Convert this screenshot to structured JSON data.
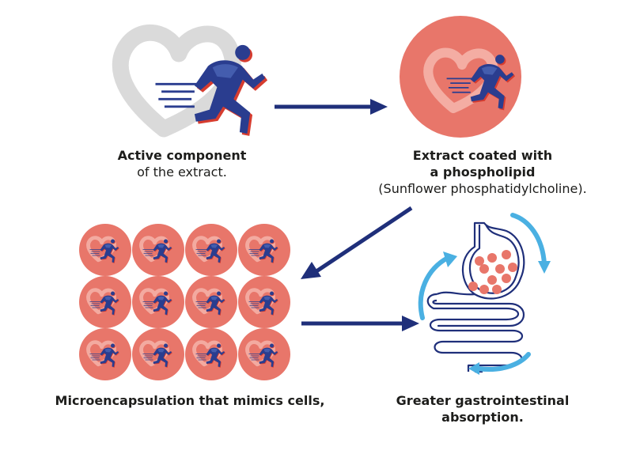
{
  "steps": {
    "active": {
      "bold": "Active component",
      "normal": "of the extract."
    },
    "coated": {
      "bold1": "Extract coated with",
      "bold2": "a phospholipid",
      "normal": "(Sunflower phosphatidylcholine)."
    },
    "micro": {
      "bold": "Microencapsulation that mimics cells,"
    },
    "greater": {
      "bold1": "Greater gastrointestinal",
      "bold2": "absorption."
    }
  },
  "capsule_grid": {
    "rows": 3,
    "cols": 4
  },
  "colors": {
    "capsule": "#e8766a",
    "capsule_heart": "#f4b0a6",
    "heart_grey": "#d6d6d6",
    "runner_blue": "#2a3d8f",
    "runner_red": "#d63c2f",
    "arrow_navy": "#1f2f7a",
    "arrow_cyan": "#4ab0e2",
    "stomach_particle": "#e8766a"
  },
  "icons": [
    "heart-icon",
    "runner-icon",
    "capsule-icon",
    "arrow-icon",
    "digestive-tract-icon"
  ]
}
